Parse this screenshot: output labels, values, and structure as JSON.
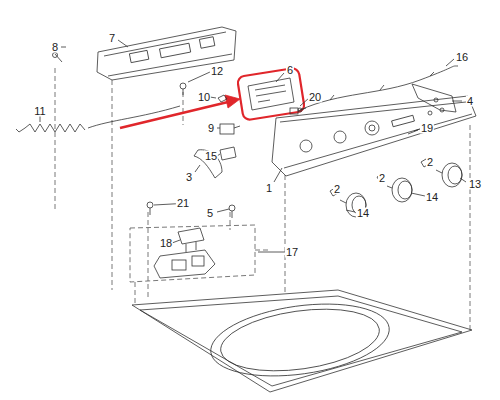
{
  "diagram": {
    "labels": [
      "8",
      "7",
      "12",
      "6",
      "16",
      "10",
      "20",
      "4",
      "11",
      "9",
      "19",
      "15",
      "3",
      "1",
      "2",
      "13",
      "2",
      "14",
      "2",
      "14",
      "21",
      "5",
      "18",
      "17"
    ]
  }
}
